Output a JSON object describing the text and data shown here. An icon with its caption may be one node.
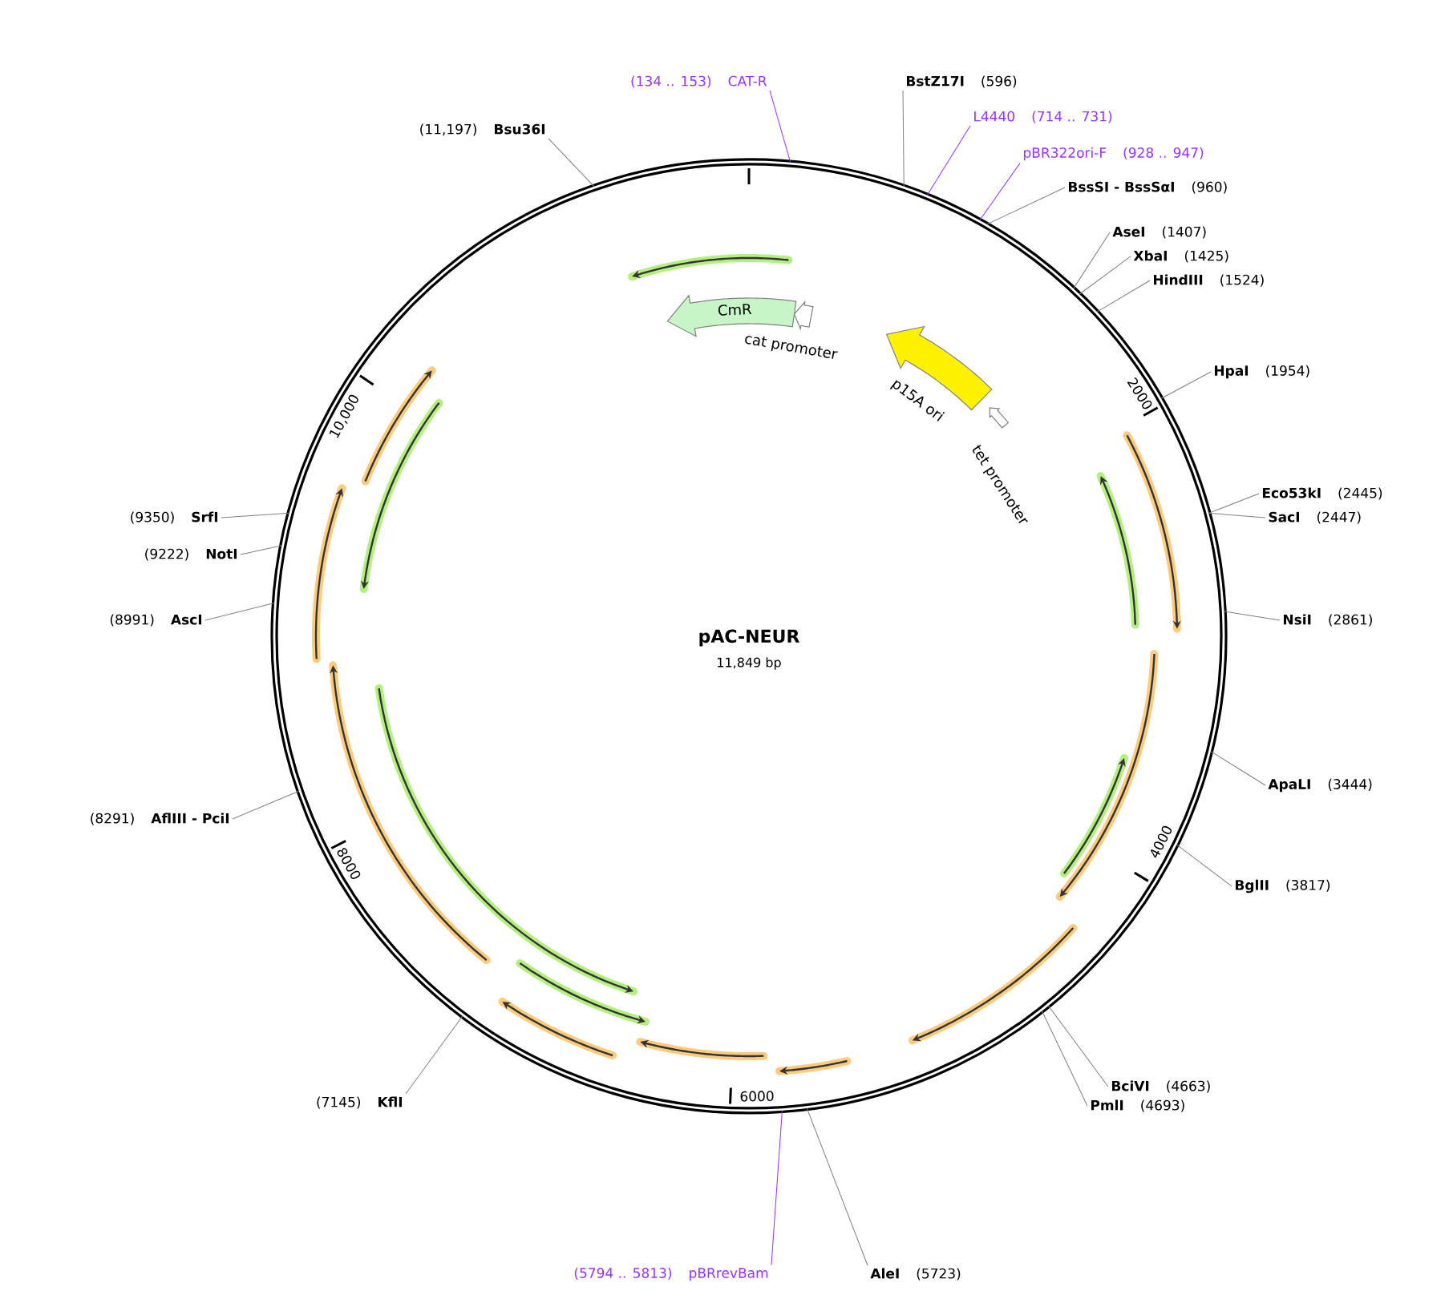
{
  "diagram": {
    "title": "pAC-NEUR",
    "nodes": [
      {
        "text": [],
        "shape": "circle"
      },
      {
        "text": [
          "(134 .. 153)",
          "CAT-R"
        ]
      },
      {
        "text": [
          "BstZ17I",
          "(596)"
        ]
      },
      {
        "text": [
          "L4440",
          "(714 .. 731)"
        ]
      },
      {
        "text": [
          "(11,197)",
          "Bsu36I"
        ]
      },
      {
        "text": [
          "pBR322ori-F",
          "(928 .. 947)"
        ]
      },
      {
        "text": [
          "BssSI - BssSαI",
          "(960)"
        ]
      },
      {
        "text": [
          "AseI",
          "(1407)"
        ]
      },
      {
        "text": [
          "XbaI",
          "(1425)"
        ]
      },
      {
        "text": [
          "HindIII",
          "(1524)"
        ]
      },
      {
        "text": [
          "CmR"
        ],
        "in": 0
      },
      {
        "text": [
          "cat promoter"
        ],
        "in": 0
      },
      {
        "text": [
          "p15A ori"
        ],
        "in": 0
      },
      {
        "text": [
          "HpaI",
          "(1954)"
        ]
      },
      {
        "text": [
          "tet promoter"
        ],
        "in": 0
      },
      {
        "text": [
          "Eco53kI",
          "(2445)"
        ]
      },
      {
        "text": [
          "SacI",
          "(2447)"
        ]
      },
      {
        "text": [
          "(9350)",
          "SrfI"
        ]
      },
      {
        "text": [
          "(9222)",
          "NotI"
        ]
      },
      {
        "text": [
          "(8991)",
          "AscI"
        ]
      },
      {
        "text": [
          "NsiI",
          "(2861)"
        ]
      },
      {
        "text": [
          "ApaLI",
          "(3444)"
        ]
      },
      {
        "text": [
          "(8291)",
          "AflIII - PciI"
        ]
      },
      {
        "text": [
          "BglII",
          "(3817)"
        ]
      },
      {
        "text": [
          "BciVI",
          "(4663)"
        ]
      },
      {
        "text": [
          "PmlI",
          "(4693)"
        ]
      },
      {
        "text": [
          "(7145)",
          "KflI"
        ]
      },
      {
        "text": [
          "AleI",
          "(5723)"
        ]
      },
      {
        "text": [
          "(5794 .. 5813)",
          "pBRrevBam"
        ]
      }
    ],
    "edges": [
      {
        "from": 1,
        "to": 0,
        "arrow": "none",
        "color": "#9b30ff"
      },
      {
        "from": 2,
        "to": 0,
        "arrow": "none"
      },
      {
        "from": 3,
        "to": 0,
        "arrow": "none",
        "color": "#9b30ff"
      },
      {
        "from": 4,
        "to": 0,
        "arrow": "none"
      },
      {
        "from": 5,
        "to": 0,
        "arrow": "none",
        "color": "#9b30ff"
      },
      {
        "from": 6,
        "to": 0,
        "arrow": "none"
      },
      {
        "from": 7,
        "to": 0,
        "arrow": "none"
      },
      {
        "from": 8,
        "to": 0,
        "arrow": "none"
      },
      {
        "from": 9,
        "to": 0,
        "arrow": "none"
      },
      {
        "from": 13,
        "to": 0,
        "arrow": "none"
      },
      {
        "from": 15,
        "to": 0,
        "arrow": "none"
      },
      {
        "from": 16,
        "to": 0,
        "arrow": "none"
      },
      {
        "from": 17,
        "to": 0,
        "arrow": "none"
      },
      {
        "from": 18,
        "to": 0,
        "arrow": "none"
      },
      {
        "from": 19,
        "to": 0,
        "arrow": "none"
      },
      {
        "from": 20,
        "to": 0,
        "arrow": "none"
      },
      {
        "from": 21,
        "to": 0,
        "arrow": "none"
      },
      {
        "from": 22,
        "to": 0,
        "arrow": "none"
      },
      {
        "from": 23,
        "to": 0,
        "arrow": "none"
      },
      {
        "from": 24,
        "to": 0,
        "arrow": "none"
      },
      {
        "from": 25,
        "to": 0,
        "arrow": "none"
      },
      {
        "from": 26,
        "to": 0,
        "arrow": "none"
      },
      {
        "from": 27,
        "to": 0,
        "arrow": "none"
      },
      {
        "from": 28,
        "to": 0,
        "arrow": "none",
        "color": "#9b30ff"
      }
    ],
    "labels": [
      "11,849 bp",
      "2000",
      "4000",
      "6000",
      "8000",
      "10,000"
    ]
  }
}
